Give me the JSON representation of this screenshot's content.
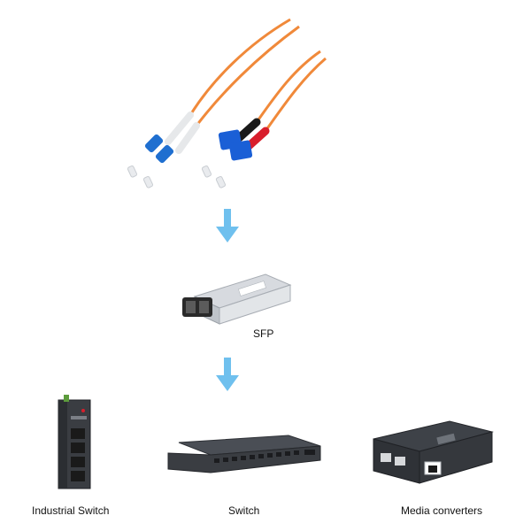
{
  "labels": {
    "sfp": "SFP",
    "industrial_switch": "Industrial Switch",
    "switch": "Switch",
    "media_converters": "Media converters"
  },
  "colors": {
    "cable_orange": "#f0893a",
    "lc_blue": "#1f6fd0",
    "sc_blue": "#1a5fd6",
    "red_boot": "#d81e2c",
    "black_boot": "#1a1a1a",
    "arrow_blue": "#6fc0ee"
  },
  "icons": [
    "fiber-patch-cable",
    "down-arrow",
    "sfp-module",
    "industrial-switch",
    "rack-switch",
    "media-converter"
  ]
}
